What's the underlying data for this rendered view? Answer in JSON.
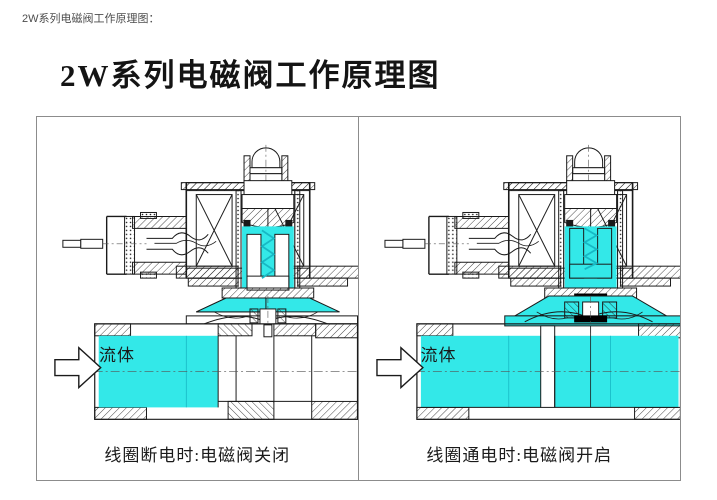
{
  "document": {
    "top_caption": "2W系列电磁阀工作原理图：",
    "title": "2W系列电磁阀工作原理图"
  },
  "colors": {
    "fluid": "#33e8e8",
    "fluid_dark": "#17b8c4",
    "line": "#1a1a1a",
    "panel_border": "#8c8c8c",
    "seal_black": "#000000",
    "background": "#ffffff"
  },
  "panels": [
    {
      "id": "closed",
      "state": "de-energized",
      "fluid_label": "流体",
      "caption": "线圈断电时:电磁阀关闭",
      "flow_arrow": "right-arrow-outline",
      "plunger_position": "down",
      "outlet_filled": false
    },
    {
      "id": "open",
      "state": "energized",
      "fluid_label": "流体",
      "caption": "线圈通电时:电磁阀开启",
      "flow_arrow": "right-arrow-outline",
      "plunger_position": "up",
      "outlet_filled": true
    }
  ],
  "diagram_parts": [
    "manual-override-cap",
    "solenoid-coil",
    "coil-housing",
    "armature-tube",
    "return-spring",
    "plunger-armature",
    "cable-gland",
    "electrical-leads",
    "diaphragm",
    "valve-seat",
    "valve-body",
    "inlet-port",
    "outlet-port",
    "centerline"
  ]
}
